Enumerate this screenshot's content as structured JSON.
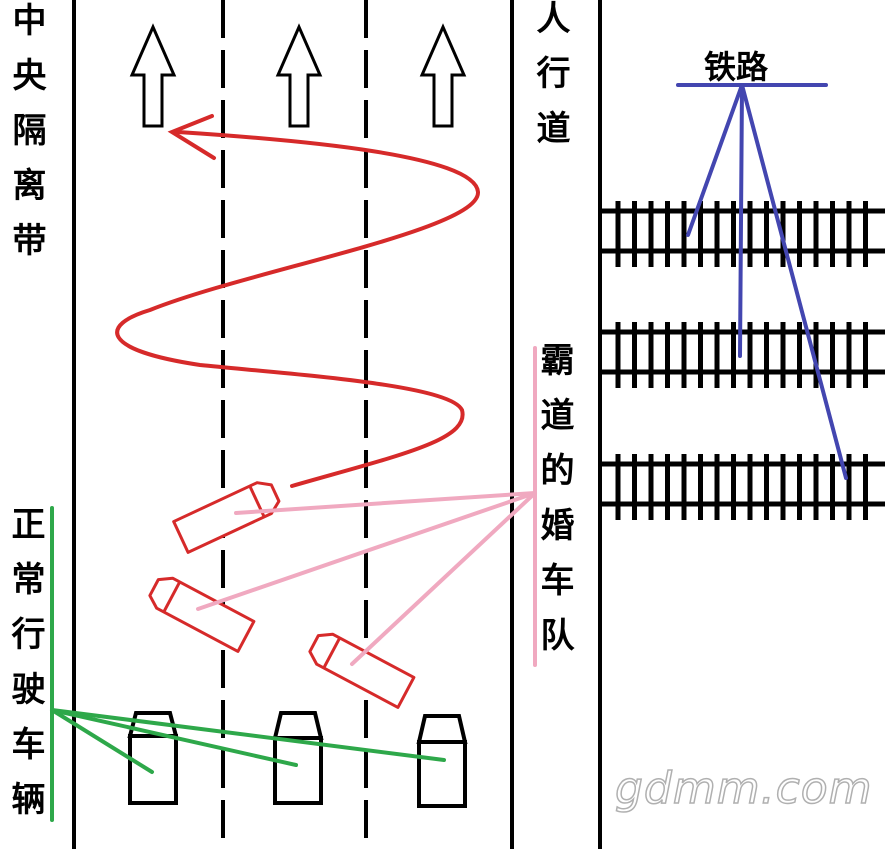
{
  "labels": {
    "median_strip": "中央隔离带",
    "sidewalk": "人行道",
    "railway": "铁路",
    "wedding_convoy": "霸道的婚车队",
    "normal_vehicles": "正常行驶车辆"
  },
  "watermark": "gdmm.com",
  "colors": {
    "road_lines": "#000000",
    "convoy_path": "#d62a2a",
    "convoy_cars": "#d62a2a",
    "convoy_callout": "#f0a9c0",
    "normal_callout": "#2ea84a",
    "railway_callout": "#4346b0",
    "railway_track": "#000000"
  },
  "icons": {
    "lane_arrow": "up-arrow-icon"
  }
}
